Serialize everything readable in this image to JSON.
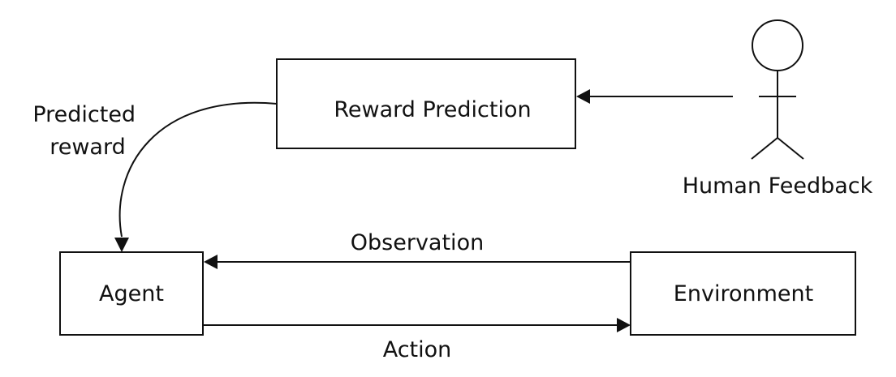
{
  "nodes": {
    "reward_prediction": "Reward Prediction",
    "agent": "Agent",
    "environment": "Environment",
    "human_feedback": "Human Feedback"
  },
  "edges": {
    "predicted_reward": [
      "Predicted",
      "reward"
    ],
    "observation": "Observation",
    "action": "Action"
  }
}
